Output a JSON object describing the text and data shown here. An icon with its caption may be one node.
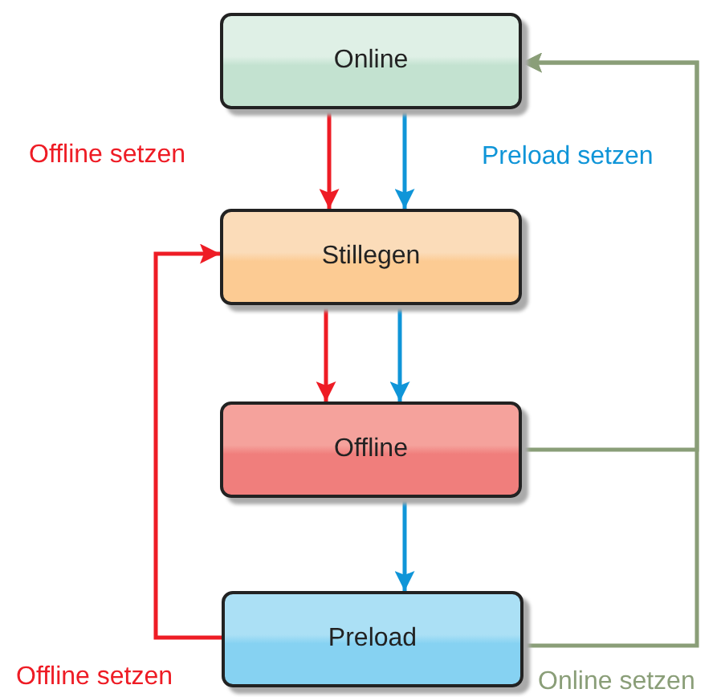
{
  "diagram": {
    "nodes": [
      {
        "text": [
          "Online"
        ]
      },
      {
        "text": [
          "Stillegen"
        ]
      },
      {
        "text": [
          "Offline"
        ]
      },
      {
        "text": [
          "Preload"
        ]
      }
    ],
    "edges": [
      {
        "from": 0,
        "to": 1,
        "arrow": "to",
        "color": "#ee1c25"
      },
      {
        "from": 0,
        "to": 1,
        "arrow": "to",
        "color": "#0f95d8"
      },
      {
        "from": 1,
        "to": 2,
        "arrow": "to",
        "color": "#ee1c25"
      },
      {
        "from": 1,
        "to": 2,
        "arrow": "to",
        "color": "#0f95d8"
      },
      {
        "from": 2,
        "to": 3,
        "arrow": "to",
        "color": "#0f95d8"
      },
      {
        "from": 3,
        "to": 1,
        "arrow": "to",
        "color": "#ee1c25"
      },
      {
        "from": 2,
        "to": 0,
        "arrow": "to",
        "color": "#8a9e78"
      },
      {
        "from": 3,
        "to": 0,
        "arrow": "to",
        "color": "#8a9e78"
      }
    ],
    "labels": [
      "Offline setzen",
      "Preload setzen",
      "Offline setzen",
      "Online setzen"
    ]
  }
}
